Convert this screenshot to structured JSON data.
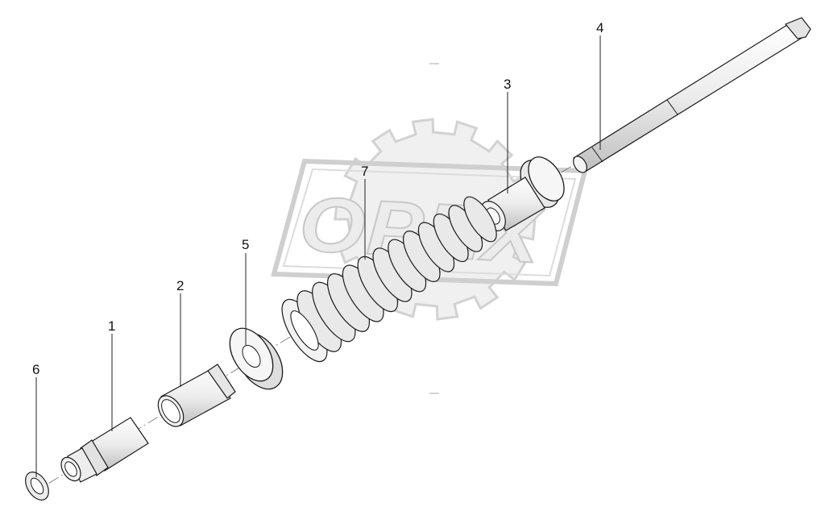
{
  "diagram": {
    "watermark": {
      "logo_text": "OPEX",
      "colors": {
        "fill": "#ececec",
        "outline": "#c9c9c9"
      }
    },
    "callouts": [
      {
        "id": "1",
        "label": "1"
      },
      {
        "id": "2",
        "label": "2"
      },
      {
        "id": "3",
        "label": "3"
      },
      {
        "id": "4",
        "label": "4"
      },
      {
        "id": "5",
        "label": "5"
      },
      {
        "id": "6",
        "label": "6"
      },
      {
        "id": "7",
        "label": "7"
      }
    ],
    "colors": {
      "part_fill": "#f4f4f4",
      "part_shade": "#d6d6d6",
      "line": "#1a1a1a"
    }
  }
}
